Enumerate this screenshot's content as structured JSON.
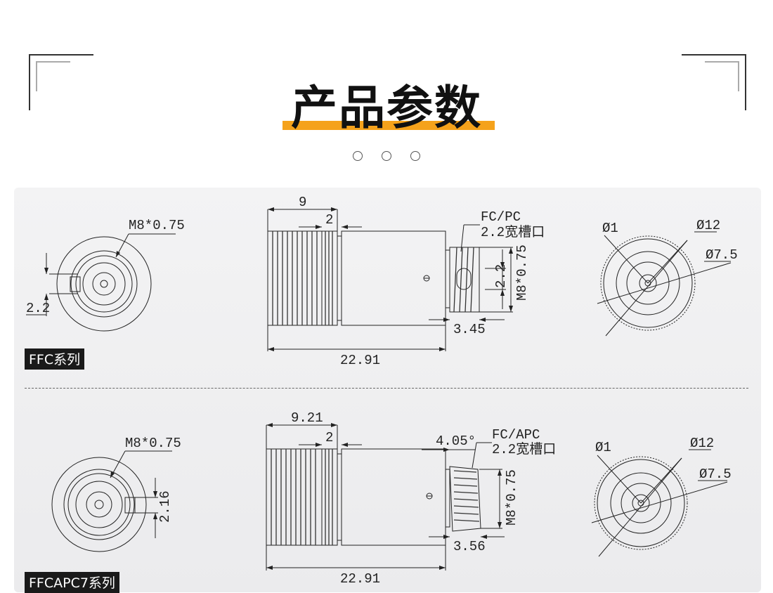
{
  "header": {
    "title": "产品参数"
  },
  "sections": [
    {
      "tag": "FFC系列",
      "front": {
        "thread": "M8*0.75",
        "slot": "2.2"
      },
      "side": {
        "length_a": "9",
        "length_b": "2",
        "total": "22.91",
        "tip": "3.45",
        "conn_type": "FC/PC",
        "slot_label": "2.2宽槽口",
        "slot_v": "2.2",
        "thread_v": "M8*0.75"
      },
      "end": {
        "d1": "Ø1",
        "d2": "Ø12",
        "d3": "Ø7.5"
      }
    },
    {
      "tag": "FFCAPC7系列",
      "front": {
        "thread": "M8*0.75",
        "slot": "2.16"
      },
      "side": {
        "length_a": "9.21",
        "length_b": "2",
        "total": "22.91",
        "tip": "3.56",
        "angle": "4.05°",
        "conn_type": "FC/APC",
        "slot_label": "2.2宽槽口",
        "thread_v": "M8*0.75"
      },
      "end": {
        "d1": "Ø1",
        "d2": "Ø12",
        "d3": "Ø7.5"
      }
    }
  ]
}
